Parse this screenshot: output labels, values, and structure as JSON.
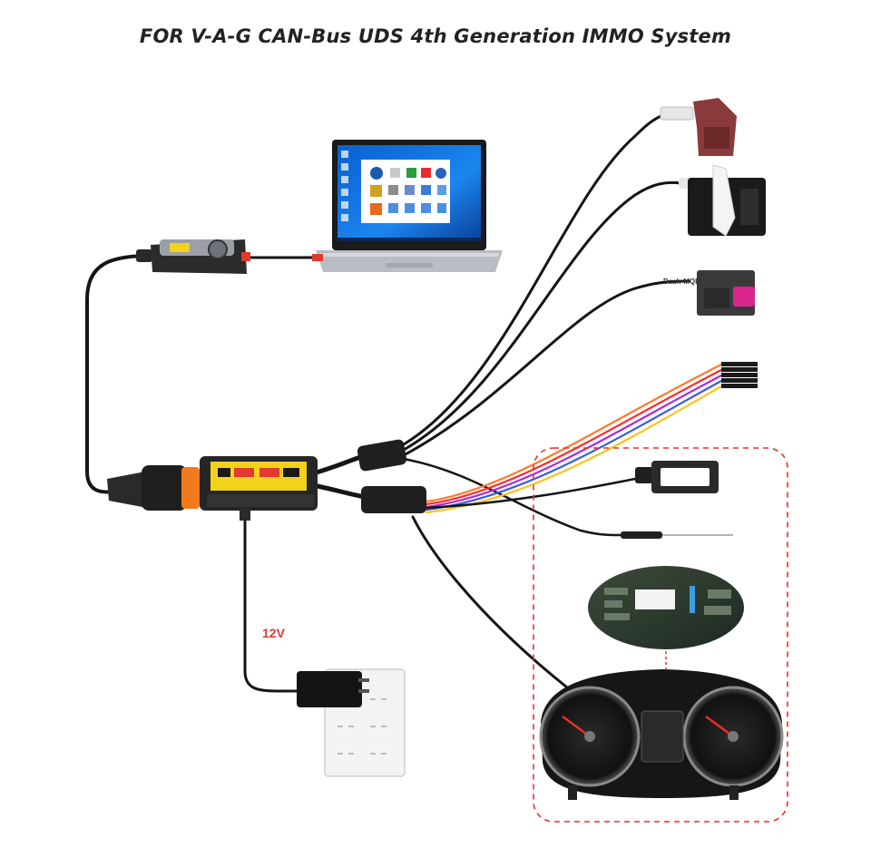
{
  "title": "FOR V-A-G CAN-Bus UDS 4th Generation IMMO System",
  "power_label": "12V",
  "connector_label": "Dash-MQB",
  "colors": {
    "cable": "#151515",
    "accent_red": "#e23a2e",
    "dashed_box": "#e8312a",
    "obd_orange": "#f07a1c",
    "adapter_yellow": "#f2d21a",
    "connector_maroon": "#8a3a3a",
    "connector_pink": "#d9268f",
    "wire_colors": [
      "#ff7a2a",
      "#ff2a2a",
      "#b22ad1",
      "#3a5be0",
      "#ffc21a"
    ]
  },
  "icons": [
    "laptop-icon",
    "programmer-device-icon",
    "obd-adapter-icon",
    "power-adapter-icon",
    "power-strip-icon",
    "maroon-connector-icon",
    "black-white-connector-icon",
    "dash-mqb-connector-icon",
    "dupont-wire-bundle-icon",
    "clip-probe-icon",
    "needle-probe-icon",
    "circuit-board-icon",
    "instrument-cluster-icon"
  ]
}
